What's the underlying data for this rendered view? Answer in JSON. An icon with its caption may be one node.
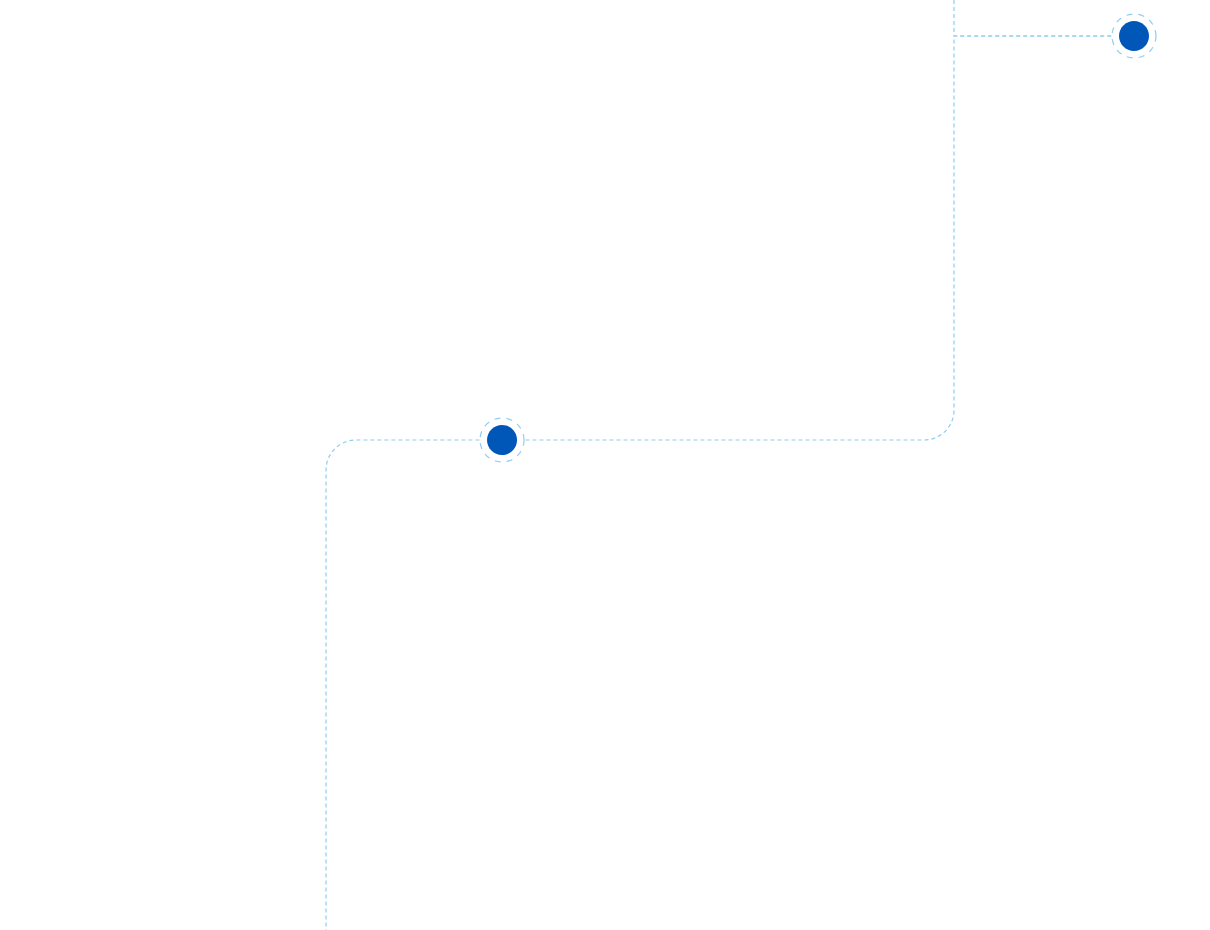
{
  "diagram": {
    "nodes": [
      {
        "text": [],
        "shape": "circle"
      },
      {
        "text": [],
        "shape": "circle"
      }
    ],
    "edges": [
      {
        "from": 0,
        "to": 1,
        "arrow": "none",
        "style": "dashed"
      },
      {
        "from": 1,
        "to": null,
        "arrow": "none",
        "style": "dashed"
      },
      {
        "from": null,
        "to": 0,
        "arrow": "none",
        "style": "dashed"
      }
    ]
  }
}
